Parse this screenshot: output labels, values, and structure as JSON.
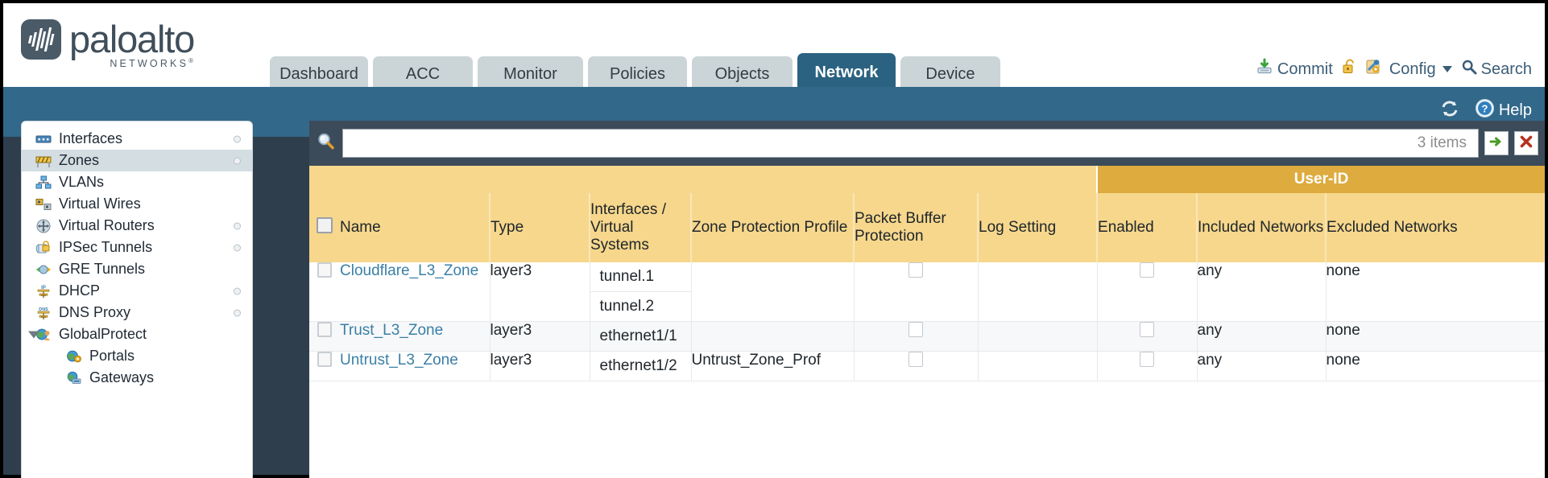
{
  "brand": {
    "name": "paloalto",
    "tagline": "NETWORKS",
    "registered": "®",
    "logo_icon": "paloalto-bars-logo"
  },
  "tabs": [
    {
      "label": "Dashboard",
      "active": false,
      "width": 122
    },
    {
      "label": "ACC",
      "active": false,
      "width": 124
    },
    {
      "label": "Monitor",
      "active": false,
      "width": 131
    },
    {
      "label": "Policies",
      "active": false,
      "width": 123
    },
    {
      "label": "Objects",
      "active": false,
      "width": 125
    },
    {
      "label": "Network",
      "active": true,
      "width": 122
    },
    {
      "label": "Device",
      "active": false,
      "width": 124
    }
  ],
  "toolbar": {
    "commit_label": "Commit",
    "commit_icon": "commit-download-icon",
    "lock_icon": "unlock-padlock-icon",
    "config_label": "Config",
    "config_icon": "config-wrench-gear-icon",
    "config_caret": "chevron-down-icon",
    "search_label": "Search",
    "search_icon": "search-magnifier-icon"
  },
  "helpbar": {
    "refresh_icon": "refresh-icon",
    "help_label": "Help",
    "help_icon": "help-question-icon"
  },
  "sidebar": {
    "items": [
      {
        "label": "Interfaces",
        "icon": "interfaces-icon",
        "selected": false,
        "child": false,
        "dot": true,
        "expander": false
      },
      {
        "label": "Zones",
        "icon": "zones-icon",
        "selected": true,
        "child": false,
        "dot": true,
        "expander": false
      },
      {
        "label": "VLANs",
        "icon": "vlans-icon",
        "selected": false,
        "child": false,
        "dot": false,
        "expander": false
      },
      {
        "label": "Virtual Wires",
        "icon": "virtual-wires-icon",
        "selected": false,
        "child": false,
        "dot": false,
        "expander": false
      },
      {
        "label": "Virtual Routers",
        "icon": "virtual-routers-icon",
        "selected": false,
        "child": false,
        "dot": true,
        "expander": false
      },
      {
        "label": "IPSec Tunnels",
        "icon": "ipsec-tunnels-icon",
        "selected": false,
        "child": false,
        "dot": true,
        "expander": false
      },
      {
        "label": "GRE Tunnels",
        "icon": "gre-tunnels-icon",
        "selected": false,
        "child": false,
        "dot": false,
        "expander": false
      },
      {
        "label": "DHCP",
        "icon": "dhcp-icon",
        "selected": false,
        "child": false,
        "dot": true,
        "expander": false
      },
      {
        "label": "DNS Proxy",
        "icon": "dns-proxy-icon",
        "selected": false,
        "child": false,
        "dot": true,
        "expander": false
      },
      {
        "label": "GlobalProtect",
        "icon": "globalprotect-icon",
        "selected": false,
        "child": false,
        "dot": false,
        "expander": true
      },
      {
        "label": "Portals",
        "icon": "portals-icon",
        "selected": false,
        "child": true,
        "dot": false,
        "expander": false
      },
      {
        "label": "Gateways",
        "icon": "gateways-icon",
        "selected": false,
        "child": true,
        "dot": false,
        "expander": false
      }
    ]
  },
  "search": {
    "value": "",
    "placeholder": "",
    "icon": "search-magnifier-icon",
    "items_count": "3 items",
    "apply_icon": "green-arrow-apply-icon",
    "clear_icon": "red-x-clear-icon"
  },
  "table": {
    "group_headers": [
      {
        "label": "User-ID",
        "span": 3
      }
    ],
    "columns": [
      "Name",
      "Type",
      "Interfaces / Virtual Systems",
      "Zone Protection Profile",
      "Packet Buffer Protection",
      "Log Setting",
      "Enabled",
      "Included Networks",
      "Excluded Networks"
    ],
    "select_all_checkbox": false,
    "rows": [
      {
        "selected": false,
        "name": "Cloudflare_L3_Zone",
        "type": "layer3",
        "interfaces": [
          "tunnel.1",
          "tunnel.2"
        ],
        "zone_protection_profile": "",
        "packet_buffer_protection": false,
        "log_setting": "",
        "userid_enabled": false,
        "included_networks": "any",
        "excluded_networks": "none"
      },
      {
        "selected": false,
        "name": "Trust_L3_Zone",
        "type": "layer3",
        "interfaces": [
          "ethernet1/1"
        ],
        "zone_protection_profile": "",
        "packet_buffer_protection": false,
        "log_setting": "",
        "userid_enabled": false,
        "included_networks": "any",
        "excluded_networks": "none"
      },
      {
        "selected": false,
        "name": "Untrust_L3_Zone",
        "type": "layer3",
        "interfaces": [
          "ethernet1/2"
        ],
        "zone_protection_profile": "Untrust_Zone_Prof",
        "packet_buffer_protection": false,
        "log_setting": "",
        "userid_enabled": false,
        "included_networks": "any",
        "excluded_networks": "none"
      }
    ]
  },
  "colors": {
    "header_blue": "#32688a",
    "tab_active": "#2b6281",
    "tab_inactive": "#cbd5d8",
    "table_header_gold": "#f6d78c",
    "group_header_gold": "#ddab3e",
    "panel_dark": "#3c4b59",
    "link_blue": "#3b7fa6"
  }
}
